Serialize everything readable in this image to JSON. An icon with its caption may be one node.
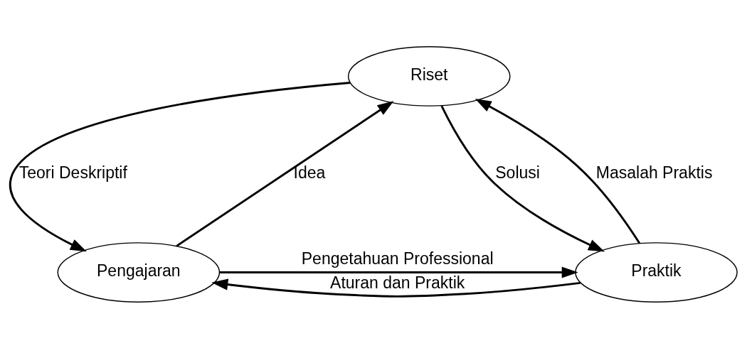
{
  "diagram": {
    "nodes": [
      {
        "text": [
          "Riset"
        ]
      },
      {
        "text": [
          "Pengajaran"
        ]
      },
      {
        "text": [
          "Praktik"
        ]
      }
    ],
    "edges": [
      {
        "from": 0,
        "to": 1,
        "arrow": "to",
        "label": "Teori Deskriptif"
      },
      {
        "from": 1,
        "to": 0,
        "arrow": "to",
        "label": "Idea"
      },
      {
        "from": 0,
        "to": 2,
        "arrow": "to",
        "label": "Solusi"
      },
      {
        "from": 2,
        "to": 0,
        "arrow": "to",
        "label": "Masalah Praktis"
      },
      {
        "from": 2,
        "to": 1,
        "arrow": "to",
        "label": "Aturan dan Praktik"
      },
      {
        "from": 1,
        "to": 2,
        "arrow": "to",
        "label": "Pengetahuan Professional"
      }
    ]
  }
}
